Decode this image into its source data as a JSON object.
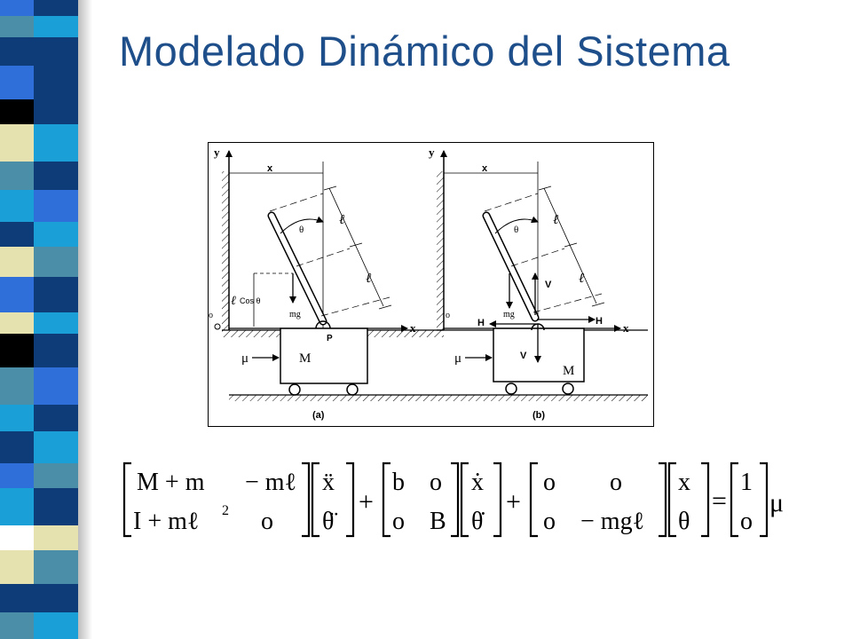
{
  "slide": {
    "title": "Modelado Dinámico del Sistema",
    "strip_colors": {
      "navy": "#0d3c78",
      "blue": "#2f6fd9",
      "cyan": "#1a9fd6",
      "teal": "#4a8ea8",
      "black": "#000000",
      "cream": "#e5e2b0",
      "white": "#ffffff",
      "shadow": "#bdbdbd"
    },
    "title_color": "#1f4f8a"
  },
  "figure": {
    "a": {
      "y_axis": "y",
      "x_axis": "x",
      "x_dim": "x",
      "angle": "θ",
      "half_len_1": "ℓ",
      "half_len_2": "ℓ",
      "cos_label_l": "ℓ",
      "cos_label": "Cos θ",
      "weight": "mg",
      "pivot": "P",
      "origin": "o",
      "force": "μ",
      "cart": "M",
      "caption": "(a)"
    },
    "b": {
      "y_axis": "y",
      "x_axis": "x",
      "x_dim": "x",
      "angle": "θ",
      "half_len_1": "ℓ",
      "half_len_2": "ℓ",
      "weight": "mg",
      "v_up": "V",
      "v_down": "V",
      "h_left": "H",
      "h_right": "H",
      "origin": "o",
      "force": "μ",
      "cart": "M",
      "caption": "(b)"
    }
  },
  "equation": {
    "m1": {
      "r1c1": "M + m",
      "r1c2": "− mℓ",
      "r2c1": "I + mℓ",
      "r2c1_sup": "2",
      "r2c2": "o"
    },
    "v1": {
      "r1": "ẍ",
      "r2": "θ̈"
    },
    "plus1": "+",
    "m2": {
      "r1c1": "b",
      "r1c2": "o",
      "r2c1": "o",
      "r2c2": "B"
    },
    "v2": {
      "r1": "ẋ",
      "r2": "θ̇"
    },
    "plus2": "+",
    "m3": {
      "r1c1": "o",
      "r1c2": "o",
      "r2c1": "o",
      "r2c2": "− mgℓ"
    },
    "v3": {
      "r1": "x",
      "r2": "θ"
    },
    "equals": "=",
    "rhs": {
      "r1": "1",
      "r2": "o"
    },
    "input": "μ"
  }
}
